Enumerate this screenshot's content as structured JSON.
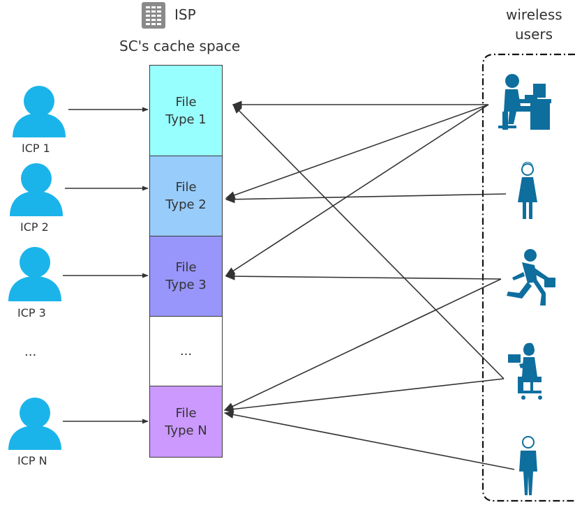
{
  "header": {
    "isp_label": "ISP",
    "cache_title": "SC's cache space",
    "wireless_users_line1": "wireless",
    "wireless_users_line2": "users"
  },
  "cache_cells": [
    {
      "line1": "File",
      "line2": "Type 1",
      "color": "#98ffff"
    },
    {
      "line1": "File",
      "line2": "Type 2",
      "color": "#98ccfb"
    },
    {
      "line1": "File",
      "line2": "Type 3",
      "color": "#9896fa"
    },
    {
      "line1": "...",
      "line2": "",
      "color": "#ffffff"
    },
    {
      "line1": "File",
      "line2": "Type N",
      "color": "#cc99fe"
    }
  ],
  "icps": [
    {
      "label": "ICP 1"
    },
    {
      "label": "ICP 2"
    },
    {
      "label": "ICP 3"
    },
    {
      "label": "..."
    },
    {
      "label": "ICP N"
    }
  ],
  "colors": {
    "icp_icon": "#1bb4ea",
    "user_icon": "#0e6e9e",
    "arrow": "#333333",
    "cell_border": "#3a3a3a"
  },
  "icons": {
    "isp": "server-icon",
    "icp": "person-icon",
    "users": [
      "desk-worker-icon",
      "woman-icon",
      "running-businessman-icon",
      "laptop-woman-icon",
      "standing-man-icon"
    ]
  }
}
